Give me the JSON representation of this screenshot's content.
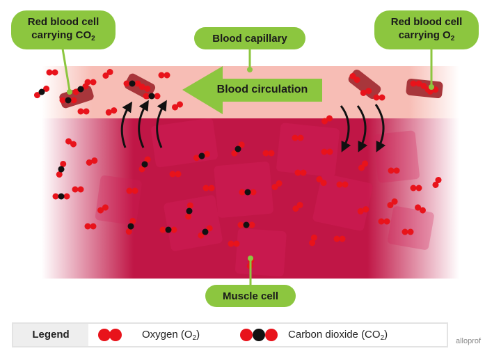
{
  "labels": {
    "rbc_co2": {
      "line1": "Red blood cell",
      "line2": "carrying CO",
      "sub": "2"
    },
    "rbc_o2": {
      "line1": "Red blood cell",
      "line2": "carrying O",
      "sub": "2"
    },
    "capillary": "Blood capillary",
    "circulation": "Blood circulation",
    "muscle": "Muscle cell"
  },
  "legend": {
    "title": "Legend",
    "oxygen": {
      "text": "Oxygen (O",
      "sub": "2",
      "close": ")"
    },
    "co2": {
      "text": "Carbon dioxide (CO",
      "sub": "2",
      "close": ")"
    }
  },
  "watermark": "alloprof",
  "colors": {
    "label_green": "#8cc63f",
    "muscle": "#b7123f",
    "capillary": "#f6b6ae",
    "oxygen": "#e8131b",
    "carbon": "#111111",
    "rbc": "#a8363b"
  }
}
